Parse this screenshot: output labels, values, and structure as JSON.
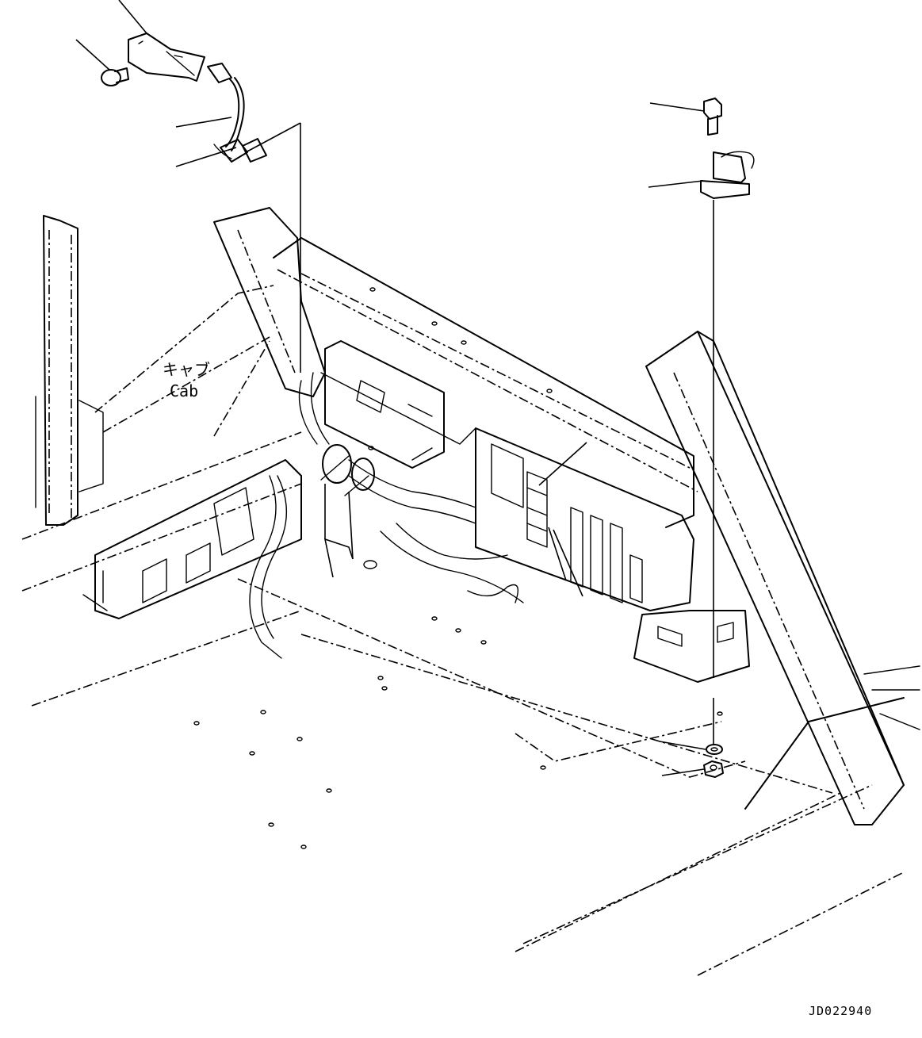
{
  "labels": {
    "cab_jp": "キャブ",
    "cab_en": "Cab",
    "drawing_number": "JD022940"
  }
}
